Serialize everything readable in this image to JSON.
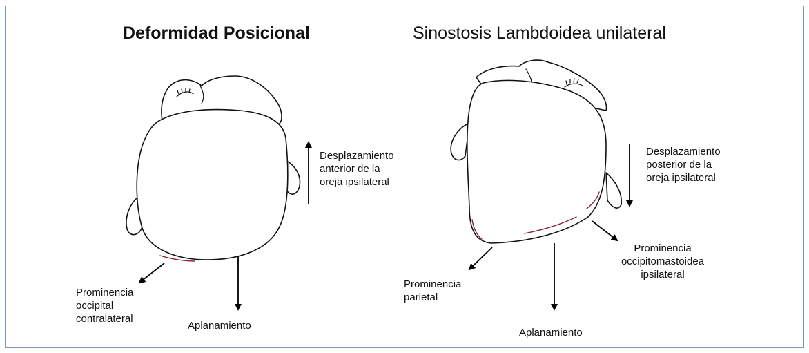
{
  "left_panel": {
    "title": "Deformidad Posicional",
    "ear_label": [
      "Desplazamiento",
      "anterior de la",
      "oreja ipsilateral"
    ],
    "occipital_label": [
      "Prominencia",
      "occipital",
      "contralateral"
    ],
    "flattening_label": "Aplanamiento"
  },
  "right_panel": {
    "title": "Sinostosis Lambdoidea unilateral",
    "ear_label": [
      "Desplazamiento",
      "posterior de la",
      "oreja ipsilateral"
    ],
    "mastoid_label": [
      "Prominencia",
      "occipitomastoidea",
      "ipsilateral"
    ],
    "parietal_label": [
      "Prominencia",
      "parietal"
    ],
    "flattening_label": "Aplanamiento"
  },
  "colors": {
    "frame": "#7b96c3",
    "outline": "#111111",
    "flat_mark": "#8a1f2f"
  }
}
